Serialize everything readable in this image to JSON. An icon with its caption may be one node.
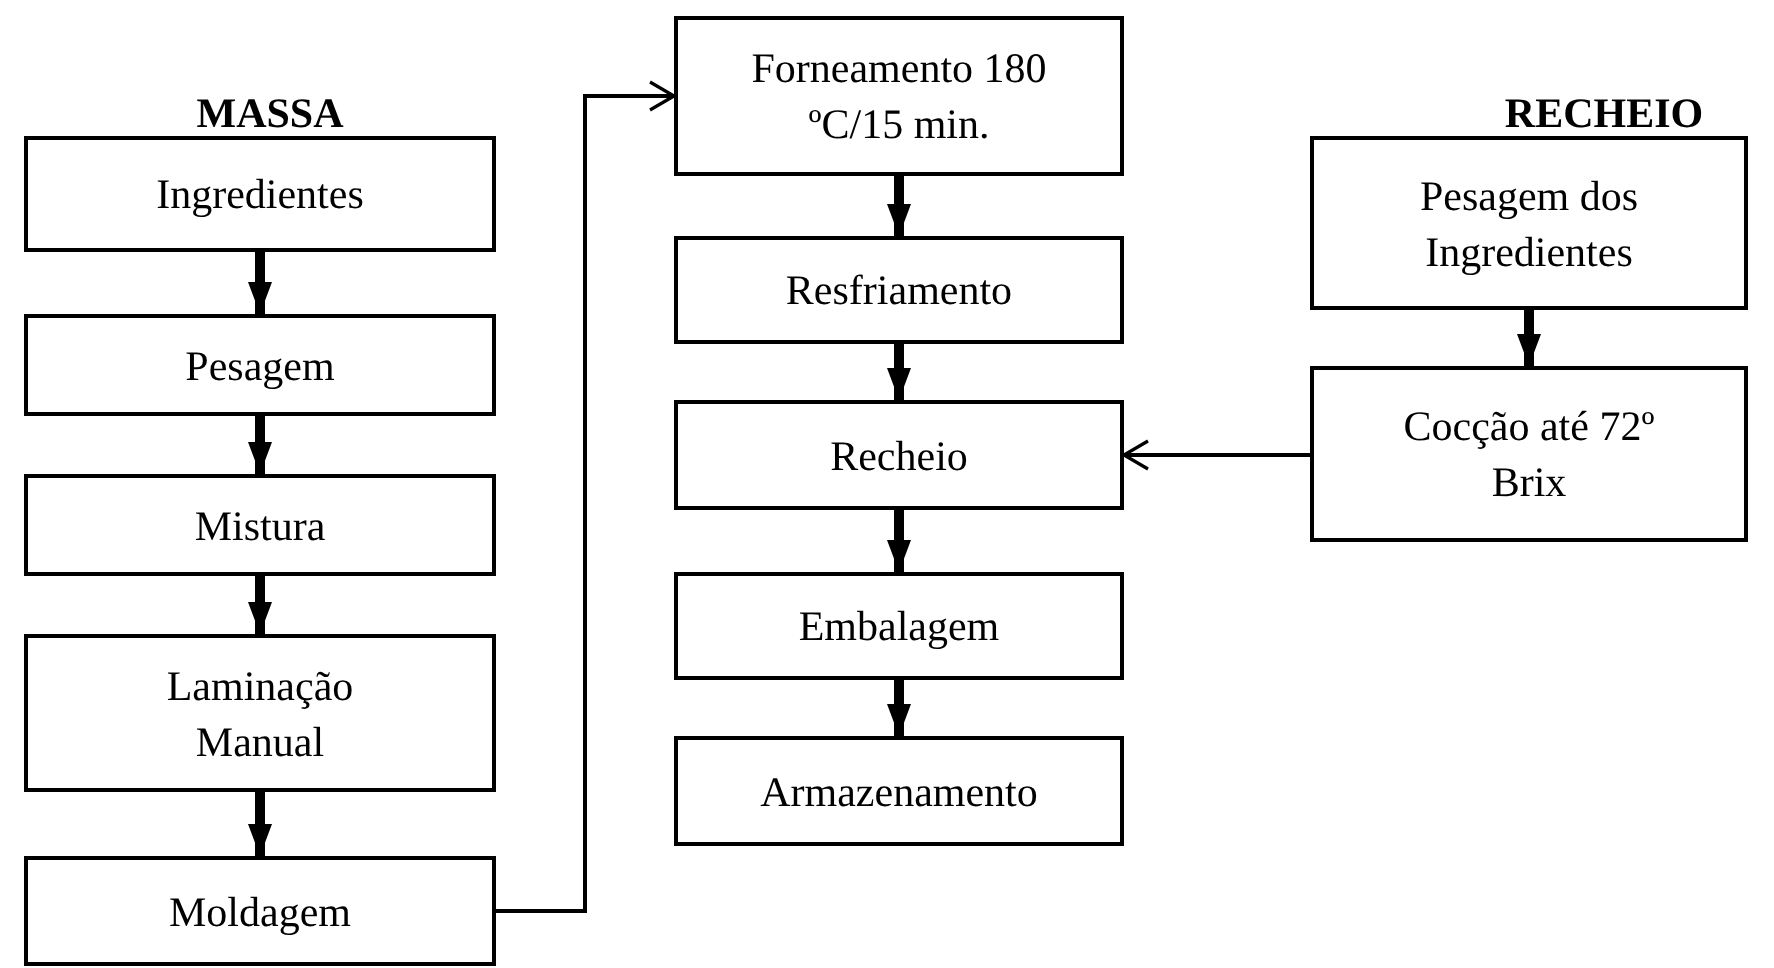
{
  "diagram": {
    "nodes": [
      {
        "text": [
          "Ingredientes"
        ]
      },
      {
        "text": [
          "Pesagem"
        ]
      },
      {
        "text": [
          "Mistura"
        ]
      },
      {
        "text": [
          "Laminação Manual"
        ]
      },
      {
        "text": [
          "Moldagem"
        ]
      },
      {
        "text": [
          "Forneamento 180 ºC/15 min."
        ]
      },
      {
        "text": [
          "Resfriamento"
        ]
      },
      {
        "text": [
          "Recheio"
        ]
      },
      {
        "text": [
          "Embalagem"
        ]
      },
      {
        "text": [
          "Armazenamento"
        ]
      },
      {
        "text": [
          "Pesagem dos Ingredientes"
        ]
      },
      {
        "text": [
          "Cocção até 72º Brix"
        ]
      }
    ],
    "edges": [
      {
        "from": 0,
        "to": 1,
        "arrow": "to"
      },
      {
        "from": 1,
        "to": 2,
        "arrow": "to"
      },
      {
        "from": 2,
        "to": 3,
        "arrow": "to"
      },
      {
        "from": 3,
        "to": 4,
        "arrow": "to"
      },
      {
        "from": 4,
        "to": 5,
        "arrow": "to"
      },
      {
        "from": 5,
        "to": 6,
        "arrow": "to"
      },
      {
        "from": 6,
        "to": 7,
        "arrow": "to"
      },
      {
        "from": 7,
        "to": 8,
        "arrow": "to"
      },
      {
        "from": 8,
        "to": 9,
        "arrow": "to"
      },
      {
        "from": 10,
        "to": 11,
        "arrow": "to"
      },
      {
        "from": 11,
        "to": 7,
        "arrow": "to"
      }
    ],
    "labels": [
      "MASSA",
      "RECHEIO"
    ]
  }
}
